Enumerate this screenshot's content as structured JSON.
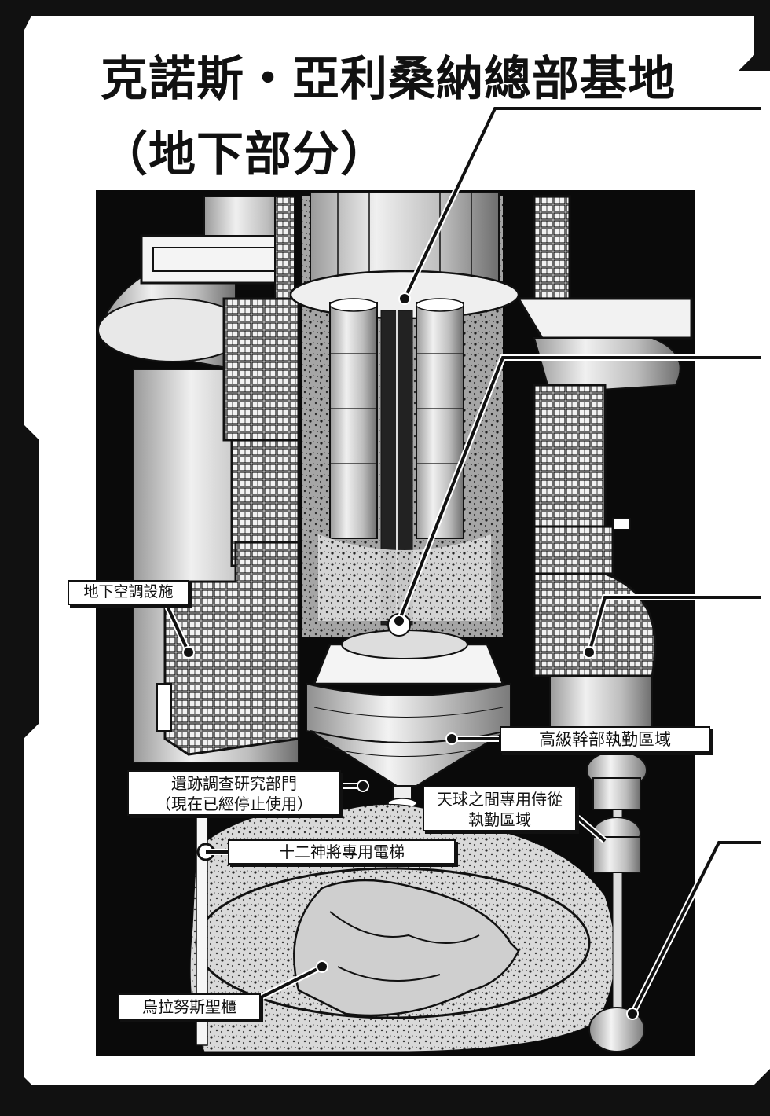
{
  "title": {
    "main": "克諾斯・亞利桑納總部基地",
    "sub": "（地下部分）"
  },
  "labels": {
    "air_conditioning": "地下空調設施",
    "executive_area": "高級幹部執勤區域",
    "ruins_research_line1": "遺跡調查研究部門",
    "ruins_research_line2": "（現在已經停止使用）",
    "attendant_area_line1": "天球之間專用侍從",
    "attendant_area_line2": "執勤區域",
    "generals_elevator": "十二神將專用電梯",
    "uranus_coffin": "烏拉努斯聖櫃"
  },
  "colors": {
    "ink": "#111111",
    "paper": "#ffffff",
    "mid_gray": "#8a8a8a",
    "light_gray": "#c8c8c8"
  }
}
